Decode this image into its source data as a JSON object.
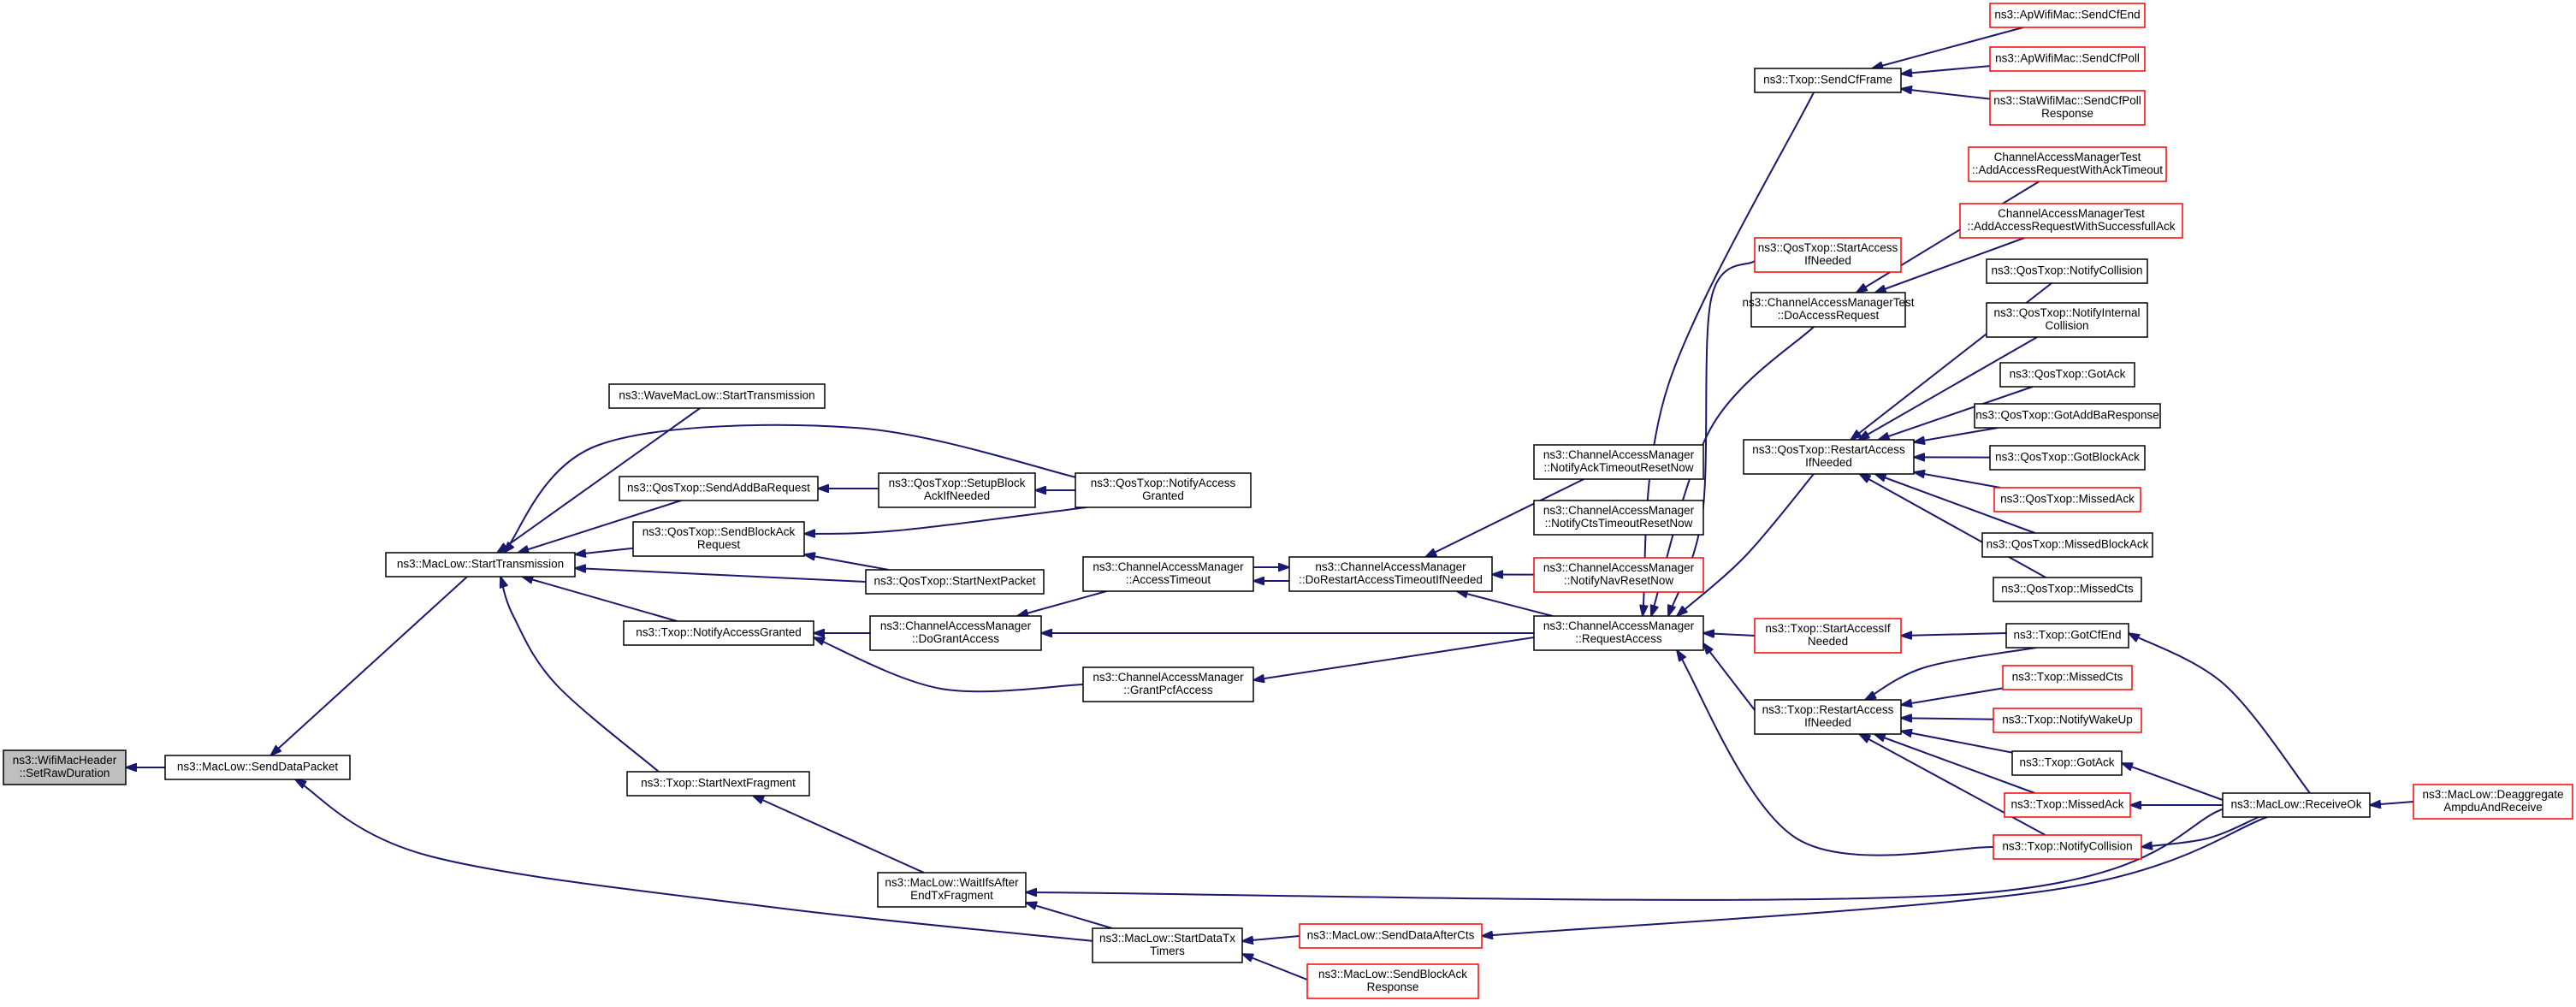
{
  "colors": {
    "edge": "#191970",
    "node_border": "#000000",
    "node_border_truncated": "#ff0000",
    "root_fill": "#bfbfbf",
    "node_fill": "#ffffff"
  },
  "nodes": [
    {
      "id": "setraw",
      "lines": [
        "ns3::WifiMacHeader",
        "::SetRawDuration"
      ],
      "style": "root"
    },
    {
      "id": "senddatapacket",
      "lines": [
        "ns3::MacLow::SendDataPacket"
      ],
      "style": "normal"
    },
    {
      "id": "starttransmission",
      "lines": [
        "ns3::MacLow::StartTransmission"
      ],
      "style": "normal"
    },
    {
      "id": "wavemaclow",
      "lines": [
        "ns3::WaveMacLow::StartTransmission"
      ],
      "style": "normal"
    },
    {
      "id": "sendaddba",
      "lines": [
        "ns3::QosTxop::SendAddBaRequest"
      ],
      "style": "normal"
    },
    {
      "id": "sendblockack",
      "lines": [
        "ns3::QosTxop::SendBlockAck",
        "Request"
      ],
      "style": "normal"
    },
    {
      "id": "txopnotifyaccess",
      "lines": [
        "ns3::Txop::NotifyAccessGranted"
      ],
      "style": "normal"
    },
    {
      "id": "startnextfragment",
      "lines": [
        "ns3::Txop::StartNextFragment"
      ],
      "style": "normal"
    },
    {
      "id": "setupblockack",
      "lines": [
        "ns3::QosTxop::SetupBlock",
        "AckIfNeeded"
      ],
      "style": "normal"
    },
    {
      "id": "qosnotifyaccess",
      "lines": [
        "ns3::QosTxop::NotifyAccess",
        "Granted"
      ],
      "style": "normal"
    },
    {
      "id": "startnextpacket",
      "lines": [
        "ns3::QosTxop::StartNextPacket"
      ],
      "style": "normal"
    },
    {
      "id": "accesstimeout",
      "lines": [
        "ns3::ChannelAccessManager",
        "::AccessTimeout"
      ],
      "style": "normal"
    },
    {
      "id": "dograntaccess",
      "lines": [
        "ns3::ChannelAccessManager",
        "::DoGrantAccess"
      ],
      "style": "normal"
    },
    {
      "id": "grantpcf",
      "lines": [
        "ns3::ChannelAccessManager",
        "::GrantPcfAccess"
      ],
      "style": "normal"
    },
    {
      "id": "dorestart",
      "lines": [
        "ns3::ChannelAccessManager",
        "::DoRestartAccessTimeoutIfNeeded"
      ],
      "style": "normal"
    },
    {
      "id": "notifyacktimeout",
      "lines": [
        "ns3::ChannelAccessManager",
        "::NotifyAckTimeoutResetNow"
      ],
      "style": "normal"
    },
    {
      "id": "notifyctstimeout",
      "lines": [
        "ns3::ChannelAccessManager",
        "::NotifyCtsTimeoutResetNow"
      ],
      "style": "normal"
    },
    {
      "id": "notifynavreset",
      "lines": [
        "ns3::ChannelAccessManager",
        "::NotifyNavResetNow"
      ],
      "style": "truncated"
    },
    {
      "id": "requestaccess",
      "lines": [
        "ns3::ChannelAccessManager",
        "::RequestAccess"
      ],
      "style": "normal"
    },
    {
      "id": "waitifs",
      "lines": [
        "ns3::MacLow::WaitIfsAfter",
        "EndTxFragment"
      ],
      "style": "normal"
    },
    {
      "id": "startdatatx",
      "lines": [
        "ns3::MacLow::StartDataTx",
        "Timers"
      ],
      "style": "normal"
    },
    {
      "id": "senddataaftercts",
      "lines": [
        "ns3::MacLow::SendDataAfterCts"
      ],
      "style": "truncated"
    },
    {
      "id": "sendblockackresp",
      "lines": [
        "ns3::MacLow::SendBlockAck",
        "Response"
      ],
      "style": "truncated"
    },
    {
      "id": "sendcfframe",
      "lines": [
        "ns3::Txop::SendCfFrame"
      ],
      "style": "normal"
    },
    {
      "id": "qosstartaccess",
      "lines": [
        "ns3::QosTxop::StartAccess",
        "IfNeeded"
      ],
      "style": "truncated"
    },
    {
      "id": "camdoaccess",
      "lines": [
        "ns3::ChannelAccessManagerTest",
        "::DoAccessRequest"
      ],
      "style": "normal"
    },
    {
      "id": "qosrestart",
      "lines": [
        "ns3::QosTxop::RestartAccess",
        "IfNeeded"
      ],
      "style": "normal"
    },
    {
      "id": "txopstartaccess",
      "lines": [
        "ns3::Txop::StartAccessIf",
        "Needed"
      ],
      "style": "truncated"
    },
    {
      "id": "txoprestart",
      "lines": [
        "ns3::Txop::RestartAccess",
        "IfNeeded"
      ],
      "style": "normal"
    },
    {
      "id": "apcfend",
      "lines": [
        "ns3::ApWifiMac::SendCfEnd"
      ],
      "style": "truncated"
    },
    {
      "id": "apcfpoll",
      "lines": [
        "ns3::ApWifiMac::SendCfPoll"
      ],
      "style": "truncated"
    },
    {
      "id": "stacfpoll",
      "lines": [
        "ns3::StaWifiMac::SendCfPoll",
        "Response"
      ],
      "style": "truncated"
    },
    {
      "id": "camacktimeout",
      "lines": [
        "ChannelAccessManagerTest",
        "::AddAccessRequestWithAckTimeout"
      ],
      "style": "truncated"
    },
    {
      "id": "camsuccessack",
      "lines": [
        "ChannelAccessManagerTest",
        "::AddAccessRequestWithSuccessfullAck"
      ],
      "style": "truncated"
    },
    {
      "id": "qosnotifycollision",
      "lines": [
        "ns3::QosTxop::NotifyCollision"
      ],
      "style": "normal"
    },
    {
      "id": "qosnotifyinternal",
      "lines": [
        "ns3::QosTxop::NotifyInternal",
        "Collision"
      ],
      "style": "normal"
    },
    {
      "id": "qosgotack",
      "lines": [
        "ns3::QosTxop::GotAck"
      ],
      "style": "normal"
    },
    {
      "id": "qosgotaddba",
      "lines": [
        "ns3::QosTxop::GotAddBaResponse"
      ],
      "style": "normal"
    },
    {
      "id": "qosgotblockack",
      "lines": [
        "ns3::QosTxop::GotBlockAck"
      ],
      "style": "normal"
    },
    {
      "id": "qosmissedack",
      "lines": [
        "ns3::QosTxop::MissedAck"
      ],
      "style": "truncated"
    },
    {
      "id": "qosmissedblockack",
      "lines": [
        "ns3::QosTxop::MissedBlockAck"
      ],
      "style": "normal"
    },
    {
      "id": "qosmissedcts",
      "lines": [
        "ns3::QosTxop::MissedCts"
      ],
      "style": "normal"
    },
    {
      "id": "txopgotcfend",
      "lines": [
        "ns3::Txop::GotCfEnd"
      ],
      "style": "normal"
    },
    {
      "id": "txopmissedcts",
      "lines": [
        "ns3::Txop::MissedCts"
      ],
      "style": "truncated"
    },
    {
      "id": "txopnotifywakeup",
      "lines": [
        "ns3::Txop::NotifyWakeUp"
      ],
      "style": "truncated"
    },
    {
      "id": "txopgotack",
      "lines": [
        "ns3::Txop::GotAck"
      ],
      "style": "normal"
    },
    {
      "id": "txopmissedack",
      "lines": [
        "ns3::Txop::MissedAck"
      ],
      "style": "truncated"
    },
    {
      "id": "txopnotifycollision",
      "lines": [
        "ns3::Txop::NotifyCollision"
      ],
      "style": "truncated"
    },
    {
      "id": "receiveok",
      "lines": [
        "ns3::MacLow::ReceiveOk"
      ],
      "style": "normal"
    },
    {
      "id": "deaggregate",
      "lines": [
        "ns3::MacLow::Deaggregate",
        "AmpduAndReceive"
      ],
      "style": "truncated"
    }
  ],
  "edges": [
    [
      "senddatapacket",
      "setraw"
    ],
    [
      "starttransmission",
      "senddatapacket"
    ],
    [
      "startdatatx",
      "senddatapacket"
    ],
    [
      "wavemaclow",
      "starttransmission"
    ],
    [
      "qosnotifyaccess",
      "starttransmission"
    ],
    [
      "sendaddba",
      "starttransmission"
    ],
    [
      "sendblockack",
      "starttransmission"
    ],
    [
      "startnextpacket",
      "starttransmission"
    ],
    [
      "txopnotifyaccess",
      "starttransmission"
    ],
    [
      "startnextfragment",
      "starttransmission"
    ],
    [
      "setupblockack",
      "sendaddba"
    ],
    [
      "qosnotifyaccess",
      "setupblockack"
    ],
    [
      "qosnotifyaccess",
      "sendblockack"
    ],
    [
      "startnextpacket",
      "sendblockack"
    ],
    [
      "dograntaccess",
      "txopnotifyaccess"
    ],
    [
      "grantpcf",
      "txopnotifyaccess"
    ],
    [
      "waitifs",
      "startnextfragment"
    ],
    [
      "startdatatx",
      "waitifs"
    ],
    [
      "receiveok",
      "waitifs"
    ],
    [
      "accesstimeout",
      "dograntaccess"
    ],
    [
      "requestaccess",
      "dograntaccess"
    ],
    [
      "dorestart",
      "accesstimeout"
    ],
    [
      "accesstimeout",
      "dorestart"
    ],
    [
      "requestaccess",
      "grantpcf"
    ],
    [
      "notifyacktimeout",
      "dorestart"
    ],
    [
      "notifynavreset",
      "dorestart"
    ],
    [
      "requestaccess",
      "dorestart"
    ],
    [
      "sendcfframe",
      "requestaccess"
    ],
    [
      "qosstartaccess",
      "requestaccess"
    ],
    [
      "camdoaccess",
      "requestaccess"
    ],
    [
      "qosrestart",
      "requestaccess"
    ],
    [
      "txopstartaccess",
      "requestaccess"
    ],
    [
      "txoprestart",
      "requestaccess"
    ],
    [
      "txopnotifycollision",
      "requestaccess"
    ],
    [
      "apcfend",
      "sendcfframe"
    ],
    [
      "apcfpoll",
      "sendcfframe"
    ],
    [
      "stacfpoll",
      "sendcfframe"
    ],
    [
      "camacktimeout",
      "camdoaccess"
    ],
    [
      "camsuccessack",
      "camdoaccess"
    ],
    [
      "qosnotifycollision",
      "qosrestart"
    ],
    [
      "qosnotifyinternal",
      "qosrestart"
    ],
    [
      "qosgotack",
      "qosrestart"
    ],
    [
      "qosgotaddba",
      "qosrestart"
    ],
    [
      "qosgotblockack",
      "qosrestart"
    ],
    [
      "qosmissedack",
      "qosrestart"
    ],
    [
      "qosmissedblockack",
      "qosrestart"
    ],
    [
      "qosmissedcts",
      "qosrestart"
    ],
    [
      "txopgotcfend",
      "txopstartaccess"
    ],
    [
      "txopgotcfend",
      "txoprestart"
    ],
    [
      "txopmissedcts",
      "txoprestart"
    ],
    [
      "txopnotifywakeup",
      "txoprestart"
    ],
    [
      "txopgotack",
      "txoprestart"
    ],
    [
      "txopmissedack",
      "txoprestart"
    ],
    [
      "txopnotifycollision",
      "txoprestart"
    ],
    [
      "receiveok",
      "txopgotcfend"
    ],
    [
      "receiveok",
      "txopgotack"
    ],
    [
      "receiveok",
      "txopmissedack"
    ],
    [
      "receiveok",
      "txopnotifycollision"
    ],
    [
      "deaggregate",
      "receiveok"
    ],
    [
      "senddataaftercts",
      "startdatatx"
    ],
    [
      "sendblockackresp",
      "startdatatx"
    ],
    [
      "receiveok",
      "senddataaftercts"
    ]
  ]
}
